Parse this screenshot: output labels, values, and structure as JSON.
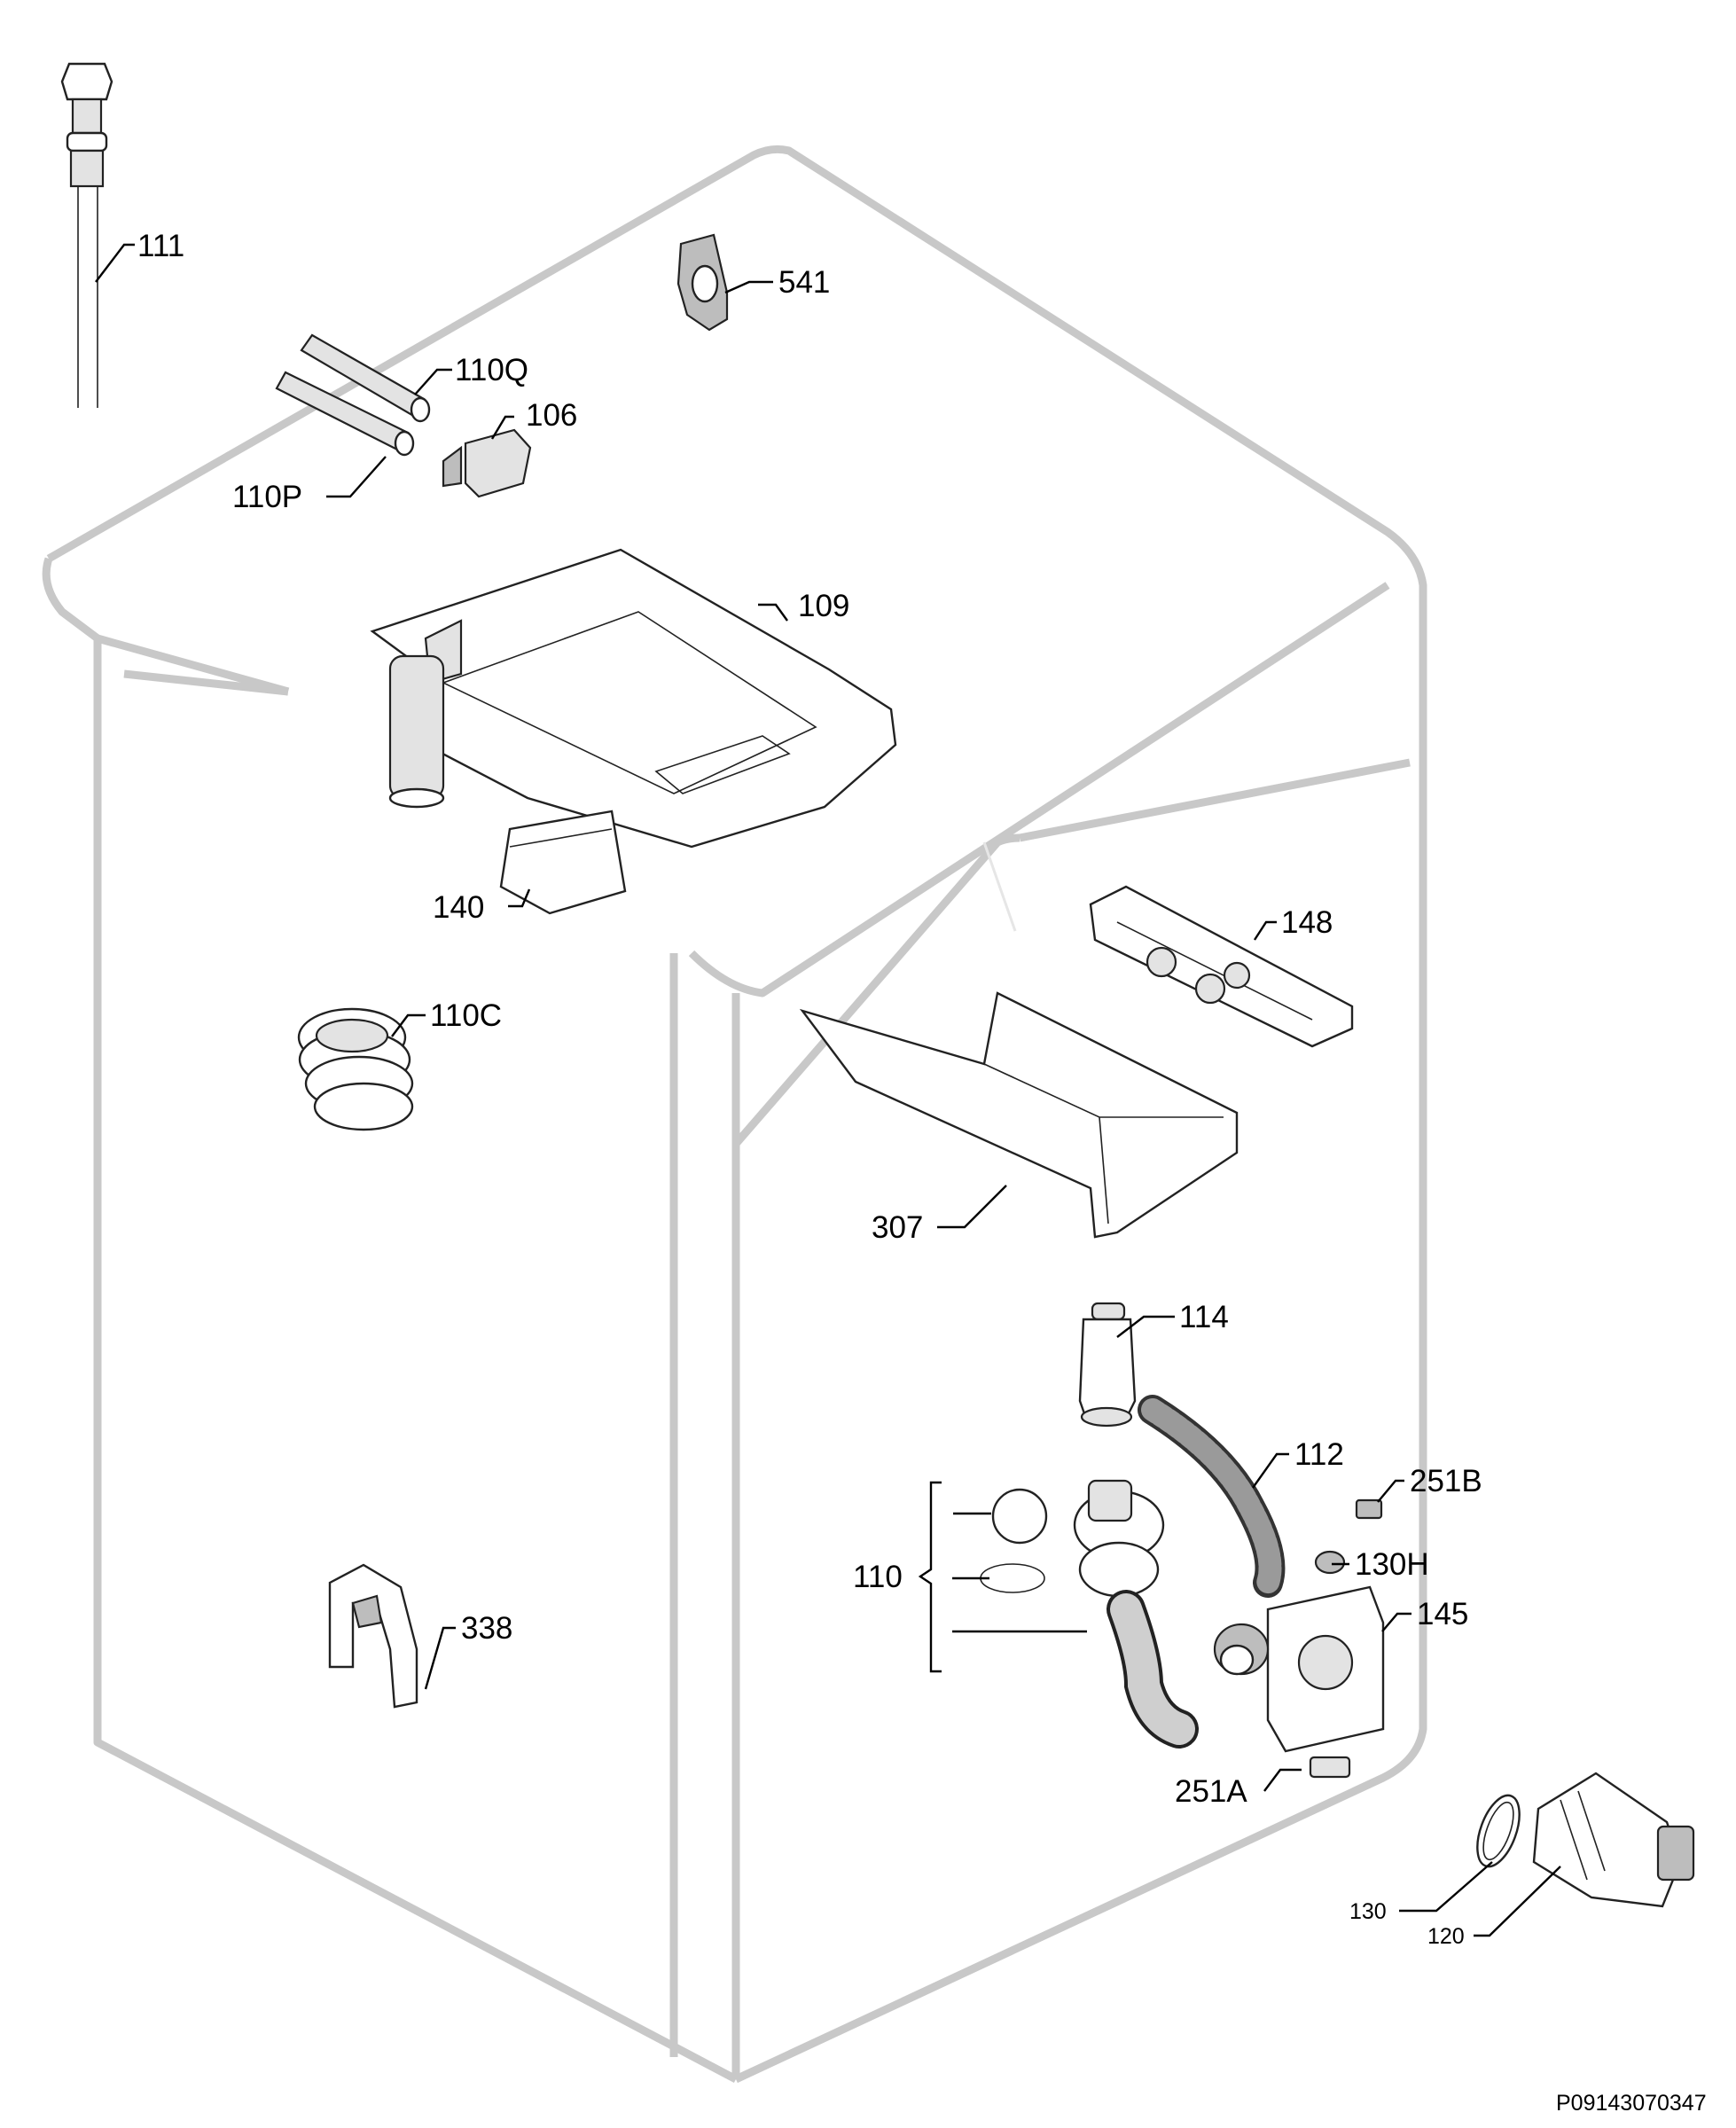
{
  "drawing_id": "P09143070347",
  "callouts": [
    {
      "id": "111"
    },
    {
      "id": "541"
    },
    {
      "id": "110Q"
    },
    {
      "id": "106"
    },
    {
      "id": "110P"
    },
    {
      "id": "109"
    },
    {
      "id": "140"
    },
    {
      "id": "148"
    },
    {
      "id": "110C"
    },
    {
      "id": "307"
    },
    {
      "id": "114"
    },
    {
      "id": "112"
    },
    {
      "id": "251B"
    },
    {
      "id": "110"
    },
    {
      "id": "130H"
    },
    {
      "id": "145"
    },
    {
      "id": "338"
    },
    {
      "id": "251A"
    },
    {
      "id": "130"
    },
    {
      "id": "120"
    }
  ]
}
